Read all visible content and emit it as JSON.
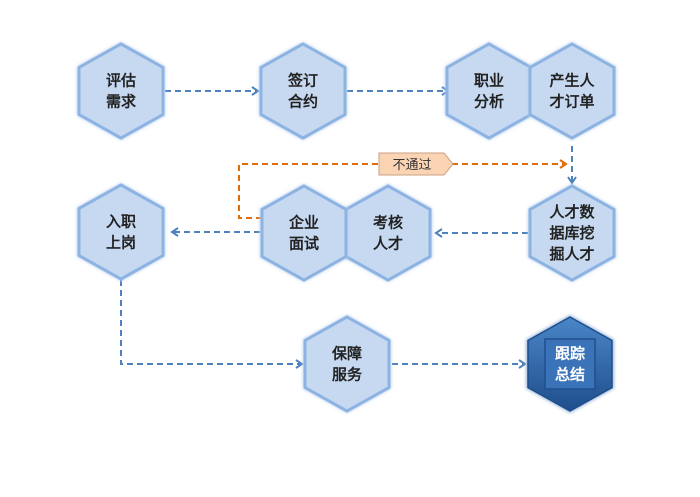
{
  "title": "Recruitment process flow",
  "colors": {
    "hex_fill": "#c6d9f1",
    "hex_border": "#8db3e2",
    "arrow_blue": "#4f81bd",
    "arrow_orange": "#e36c0a",
    "final_fill": "#2e5f9e",
    "final_inner": "#3a73b8",
    "badge_fill": "#fbd4b4",
    "badge_border": "#c0a080"
  },
  "nodes": [
    {
      "id": "assess-needs",
      "lines": [
        "评估",
        "需求"
      ]
    },
    {
      "id": "sign-contract",
      "lines": [
        "签订",
        "合约"
      ]
    },
    {
      "id": "job-analysis",
      "lines": [
        "职业",
        "分析"
      ]
    },
    {
      "id": "talent-order",
      "lines": [
        "产生人",
        "才订单"
      ]
    },
    {
      "id": "database-mining",
      "lines": [
        "人才数",
        "据库挖",
        "掘人才"
      ]
    },
    {
      "id": "assess-talent",
      "lines": [
        "考核",
        "人才"
      ]
    },
    {
      "id": "company-interview",
      "lines": [
        "企业",
        "面试"
      ]
    },
    {
      "id": "onboarding",
      "lines": [
        "入职",
        "上岗"
      ]
    },
    {
      "id": "support-service",
      "lines": [
        "保障",
        "服务"
      ]
    },
    {
      "id": "follow-up-summary",
      "lines": [
        "跟踪",
        "总结"
      ]
    }
  ],
  "edges": [
    {
      "from": "assess-needs",
      "to": "sign-contract",
      "style": "blue"
    },
    {
      "from": "sign-contract",
      "to": "job-analysis",
      "style": "blue"
    },
    {
      "from": "talent-order",
      "to": "database-mining",
      "style": "blue"
    },
    {
      "from": "database-mining",
      "to": "assess-talent",
      "style": "blue"
    },
    {
      "from": "company-interview",
      "to": "onboarding",
      "style": "blue"
    },
    {
      "from": "onboarding",
      "to": "support-service",
      "style": "blue"
    },
    {
      "from": "support-service",
      "to": "follow-up-summary",
      "style": "blue"
    },
    {
      "from": "company-interview",
      "to": "database-mining",
      "style": "orange",
      "label": "不通过"
    }
  ],
  "fail_label": "不通过"
}
